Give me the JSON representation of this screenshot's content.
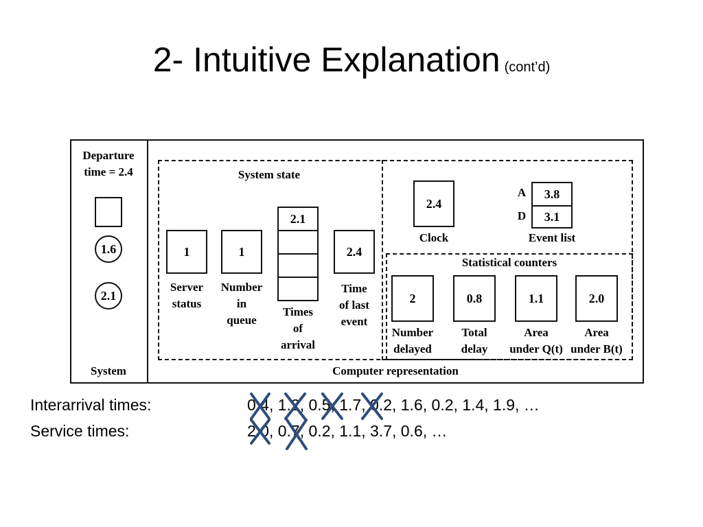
{
  "title": {
    "main": "2- Intuitive Explanation",
    "sub": "(cont’d)"
  },
  "diagram": {
    "system_panel": {
      "departure_label": [
        "Departure",
        "time = 2.4"
      ],
      "customer_in_service": "",
      "queue_circles": [
        "1.6",
        "2.1"
      ],
      "label": "System"
    },
    "computer_panel": {
      "label": "Computer representation",
      "system_state": {
        "label": "System state",
        "server_status": {
          "value": "1",
          "label": [
            "Server",
            "status"
          ]
        },
        "number_in_queue": {
          "value": "1",
          "label": [
            "Number",
            "in",
            "queue"
          ]
        },
        "times_of_arrival": {
          "values": [
            "2.1",
            "",
            "",
            ""
          ],
          "label": [
            "Times",
            "of",
            "arrival"
          ]
        },
        "time_of_last_event": {
          "value": "2.4",
          "label": [
            "Time",
            "of last",
            "event"
          ]
        }
      },
      "clock": {
        "value": "2.4",
        "label": "Clock"
      },
      "event_list": {
        "label": "Event list",
        "rows": [
          {
            "key": "A",
            "value": "3.8"
          },
          {
            "key": "D",
            "value": "3.1"
          }
        ]
      },
      "statistical_counters": {
        "label": "Statistical counters",
        "items": [
          {
            "value": "2",
            "label": [
              "Number",
              "delayed"
            ]
          },
          {
            "value": "0.8",
            "label": [
              "Total",
              "delay"
            ]
          },
          {
            "value": "1.1",
            "label": [
              "Area",
              "under Q(t)"
            ]
          },
          {
            "value": "2.0",
            "label": [
              "Area",
              "under B(t)"
            ]
          }
        ]
      }
    }
  },
  "lists": {
    "interarrival": {
      "label": "Interarrival times:",
      "values": "0.4, 1.2, 0.5, 1.7, 0.2, 1.6, 0.2, 1.4, 1.9, …"
    },
    "service": {
      "label": "Service times:",
      "values": "2.0, 0.7, 0.2, 1.1, 3.7, 0.6, …"
    }
  },
  "colors": {
    "cross_mark": "#2e4d7b"
  }
}
